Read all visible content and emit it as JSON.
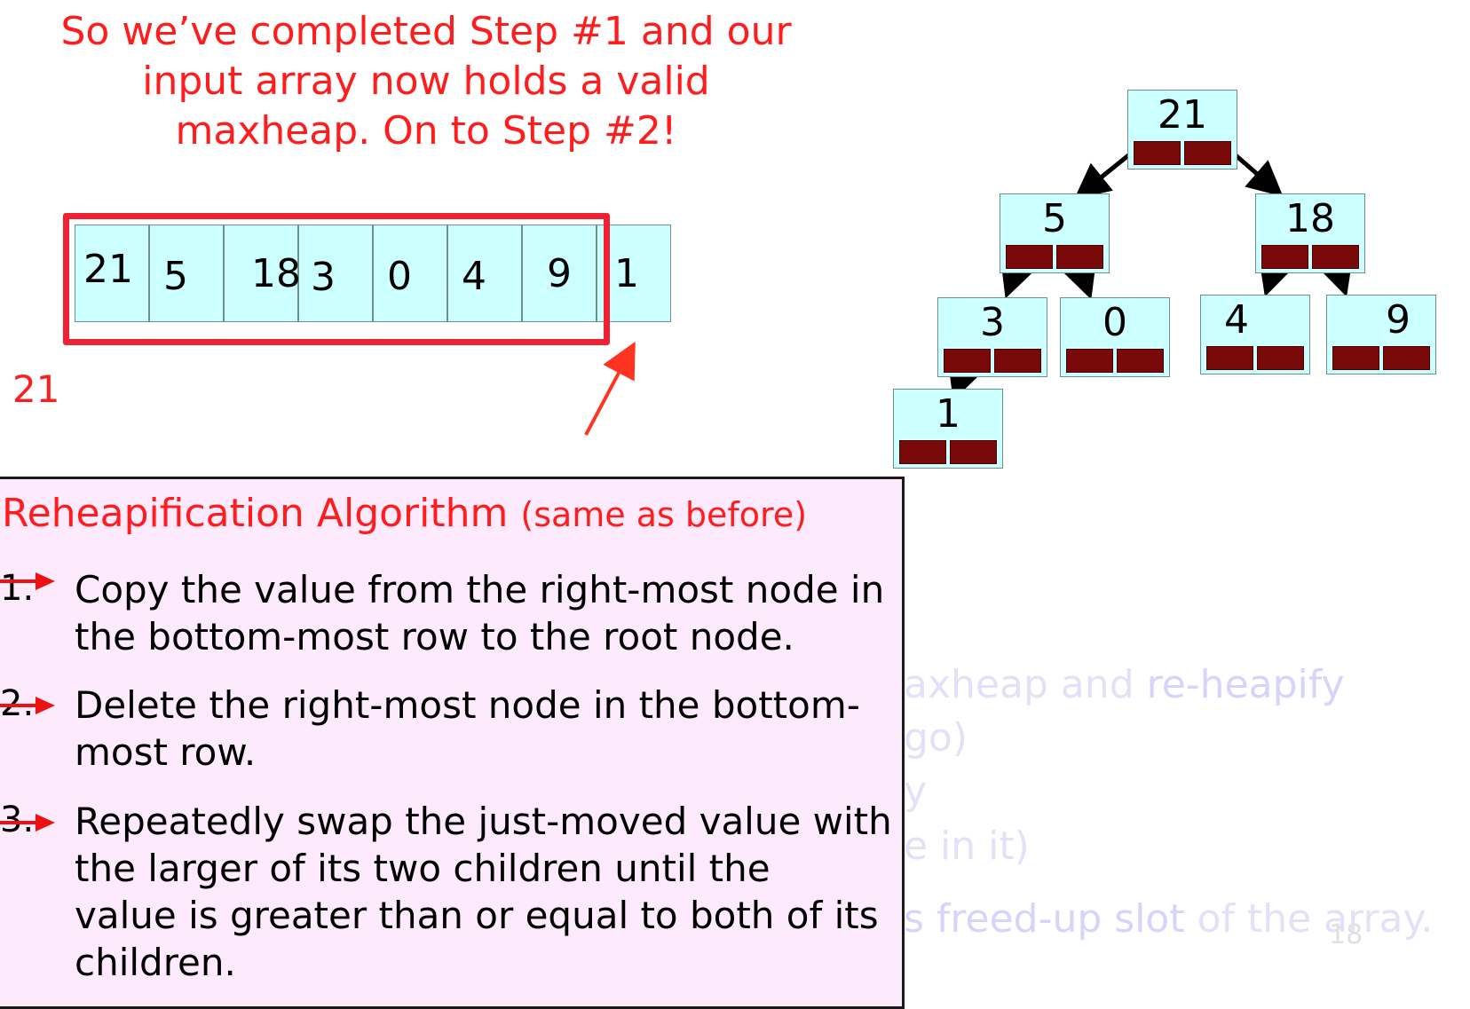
{
  "heading": {
    "lines": [
      "So we’ve completed Step #1 and our",
      "input array now holds a valid",
      "maxheap. On to Step #2!"
    ]
  },
  "array": {
    "cells": [
      "21",
      "5",
      "18",
      "3",
      "0",
      "4",
      "9",
      "1"
    ]
  },
  "extracted_value": "21",
  "tree": {
    "root": "21",
    "level1": [
      "5",
      "18"
    ],
    "level2": [
      "3",
      "0",
      "4",
      "9"
    ],
    "level3": [
      "1"
    ]
  },
  "background_text": {
    "line1_a": "axheap and ",
    "line1_b": "re-heapify",
    "line2": "go)",
    "line3": "y",
    "line4": "e in it)",
    "line5_a": "s freed-up slot",
    "line5_b": " of the array."
  },
  "page_number": "18",
  "algorithm": {
    "title": "Reheapification Algorithm",
    "subtitle": "(same as before)",
    "steps": [
      {
        "num": "1.",
        "lines": [
          "Copy the value from the right-most node in",
          "the bottom-most row to the root node."
        ]
      },
      {
        "num": "2.",
        "lines": [
          "Delete the right-most node in the bottom-",
          "most row."
        ]
      },
      {
        "num": "3.",
        "lines": [
          "Repeatedly swap the just-moved value with",
          "the larger of its two children until the",
          "value is greater than or equal to both of its",
          "children."
        ]
      }
    ]
  },
  "colors": {
    "accent_red": "#ff1c1c",
    "cell_fill": "#ccffff",
    "pointer_fill": "#7a0a0a",
    "panel_fill": "#fdeafd",
    "faded_text": "#e3e1f8"
  }
}
